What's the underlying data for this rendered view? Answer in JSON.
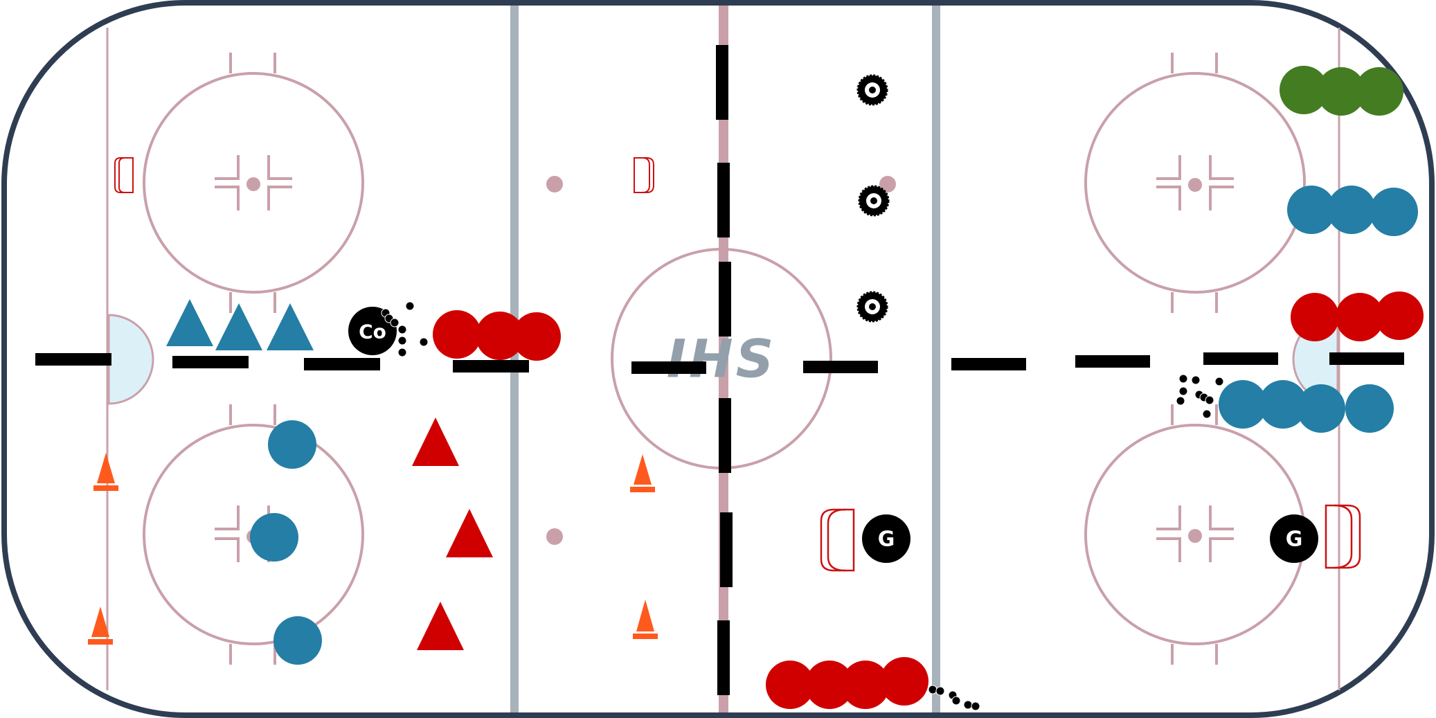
{
  "rink": {
    "logo_text": "IHS",
    "colors": {
      "board": "#2f3d52",
      "ice": "#ffffff",
      "line_pink": "#c9a0aa",
      "blue_line": "#a8b2bb",
      "crease": "#dcf0f8",
      "dash": "#000000",
      "net": "#cc1111"
    }
  },
  "players": {
    "coach_label": "Co",
    "goalie_left_label": "G",
    "goalie_right_label": "G",
    "colors": {
      "red": "#d00000",
      "teal": "#247ea5",
      "green": "#447c22",
      "black": "#000000",
      "cone": "#ff5a1e"
    }
  },
  "icons": [
    "goal-net-icon",
    "cone-icon",
    "tire-icon",
    "puck-icon",
    "coach-icon",
    "goalie-icon"
  ]
}
